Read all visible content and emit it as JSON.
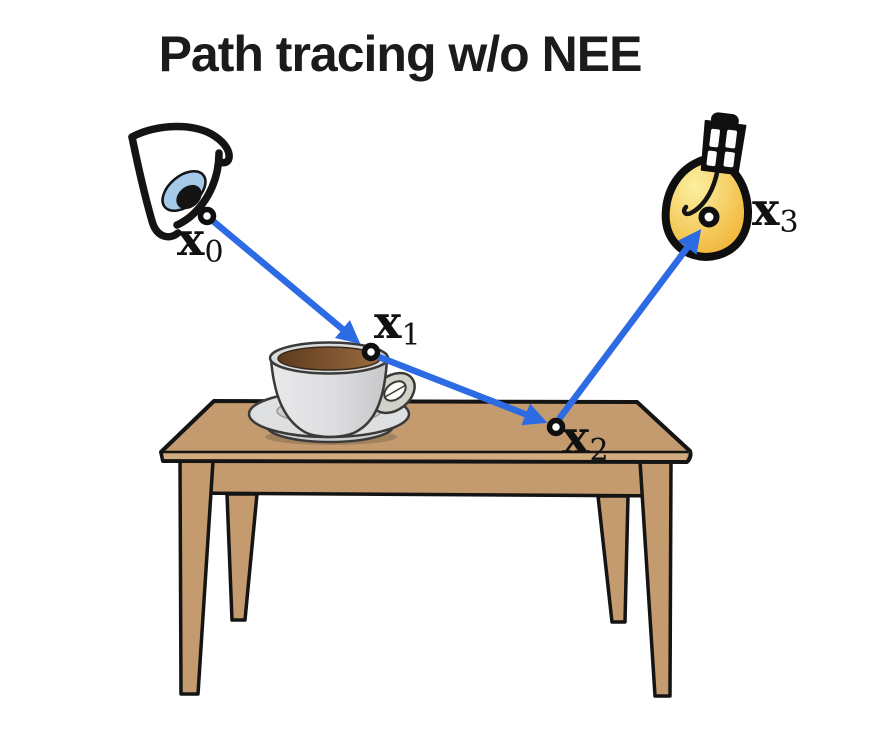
{
  "title": "Path tracing w/o NEE",
  "figure": {
    "kind": "light-transport-diagram",
    "camera_icon": "eye-icon",
    "light_icon": "light-bulb-icon",
    "scene_objects": [
      "eye",
      "coffee-cup",
      "wooden-table",
      "light-bulb"
    ],
    "path_order": [
      "x0",
      "x1",
      "x2",
      "x3"
    ]
  },
  "nodes": [
    {
      "id": "x0",
      "base": "x",
      "sub": "0",
      "at": "eye"
    },
    {
      "id": "x1",
      "base": "x",
      "sub": "1",
      "at": "coffee-cup-rim"
    },
    {
      "id": "x2",
      "base": "x",
      "sub": "2",
      "at": "table-top"
    },
    {
      "id": "x3",
      "base": "x",
      "sub": "3",
      "at": "light-bulb"
    }
  ],
  "colors": {
    "ray_blue": "#2D6BE4",
    "outline": "#141414",
    "table_wood": "#C49B6E",
    "table_edge": "#D2AC7E",
    "bulb_light": "#FCF0A0",
    "bulb_deep": "#EFAE2C",
    "iris_blue": "#A5C9E9",
    "coffee_dark": "#5E3B1F",
    "coffee_light": "#9A6C3F",
    "cup_light": "#E8E9EB",
    "cup_mid": "#C6C7C9",
    "saucer_gray": "#DEDFE1"
  }
}
